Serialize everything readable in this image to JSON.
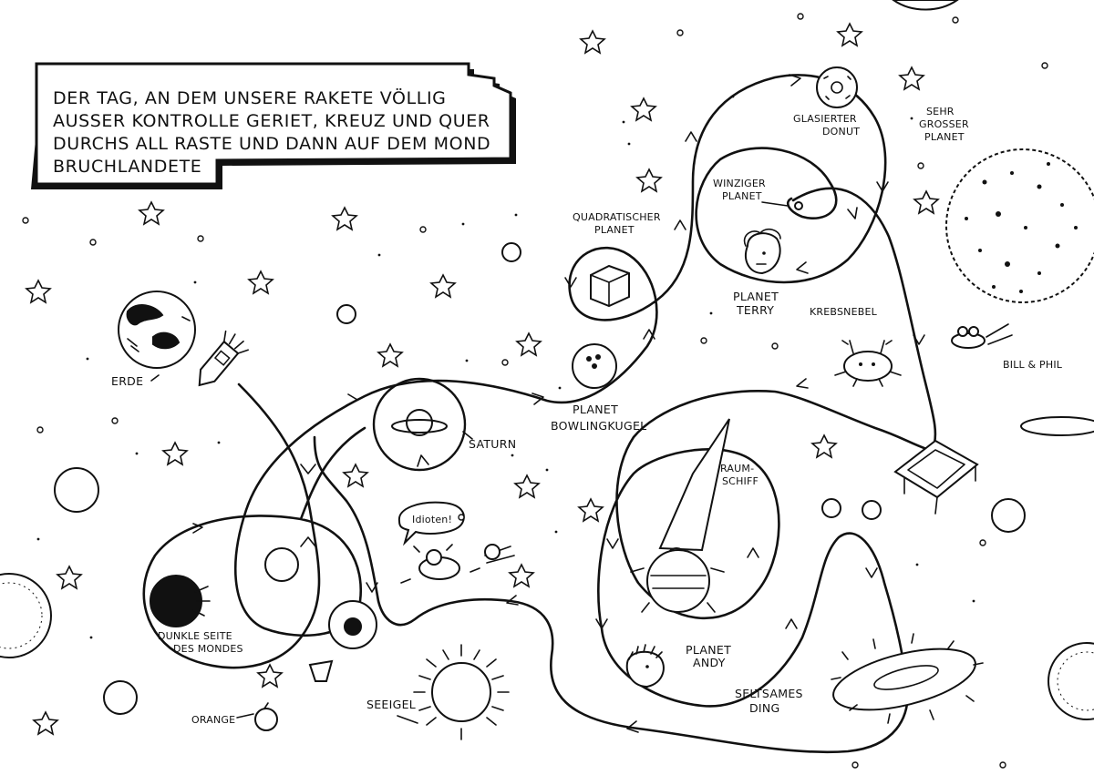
{
  "title": {
    "lines": [
      "DER TAG, AN DEM UNSERE RAKETE VÖLLIG",
      "AUSSER KONTROLLE GERIET, KREUZ UND QUER",
      "DURCHS ALL RASTE UND DANN AUF DEM MOND",
      "BRUCHLANDETE"
    ]
  },
  "labels": {
    "erde": "ERDE",
    "glasierter_1": "GLASIERTER",
    "glasierter_2": "DONUT",
    "sehr_1": "SEHR",
    "sehr_2": "GROSSER",
    "sehr_3": "PLANET",
    "winziger_1": "WINZIGER",
    "winziger_2": "PLANET",
    "quadr_1": "QUADRATISCHER",
    "quadr_2": "PLANET",
    "terry_1": "PLANET",
    "terry_2": "TERRY",
    "krebsnebel": "KREBSNEBEL",
    "bill_phil": "BILL & PHIL",
    "bowling_1": "PLANET",
    "bowling_2": "BOWLINGKUGEL",
    "saturn": "SATURN",
    "raumschiff_1": "RAUM-",
    "raumschiff_2": "SCHIFF",
    "idioten": "Idioten!",
    "dunkle_1": "DUNKLE SEITE",
    "dunkle_2": "DES MONDES",
    "andy_1": "PLANET",
    "andy_2": "ANDY",
    "seltsames_1": "SELTSAMES",
    "seltsames_2": "DING",
    "seeigel": "SEEIGEL",
    "orange": "ORANGE"
  },
  "colors": {
    "ink": "#111111",
    "paper": "#ffffff"
  }
}
